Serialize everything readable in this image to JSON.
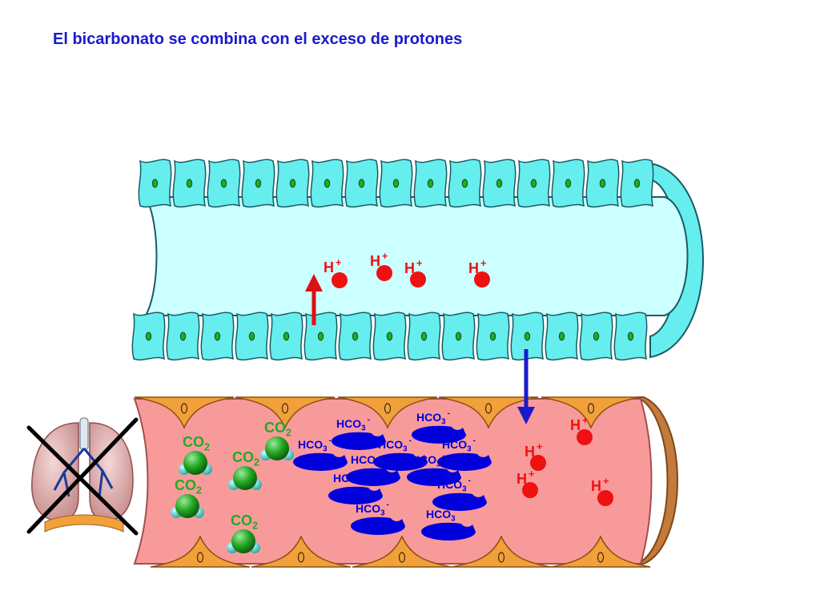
{
  "title": "El bicarbonato se combina con el exceso de protones",
  "colors": {
    "title": "#1a1acc",
    "tubule_lumen": "#ccffff",
    "tubule_cell": "#66eeee",
    "tubule_outline": "#1a5a66",
    "tubule_nucleus": "#22aa22",
    "capillary_blood": "#f99a9a",
    "capillary_outline": "#a05050",
    "endothelium": "#f2a03a",
    "proton": "#ee1111",
    "bicarbonate": "#0000dd",
    "co2_green": "#22aa22",
    "co2_cyan": "#4dd2d2",
    "arrow_up": "#dd1111",
    "arrow_down": "#1a1acc",
    "cross": "#000000"
  },
  "labels": {
    "proton": "H+",
    "bicarbonate": "HCO3 -",
    "co2": "CO2"
  },
  "icons": {
    "lungs": "lungs-icon",
    "cross": "cross-mark-icon"
  }
}
